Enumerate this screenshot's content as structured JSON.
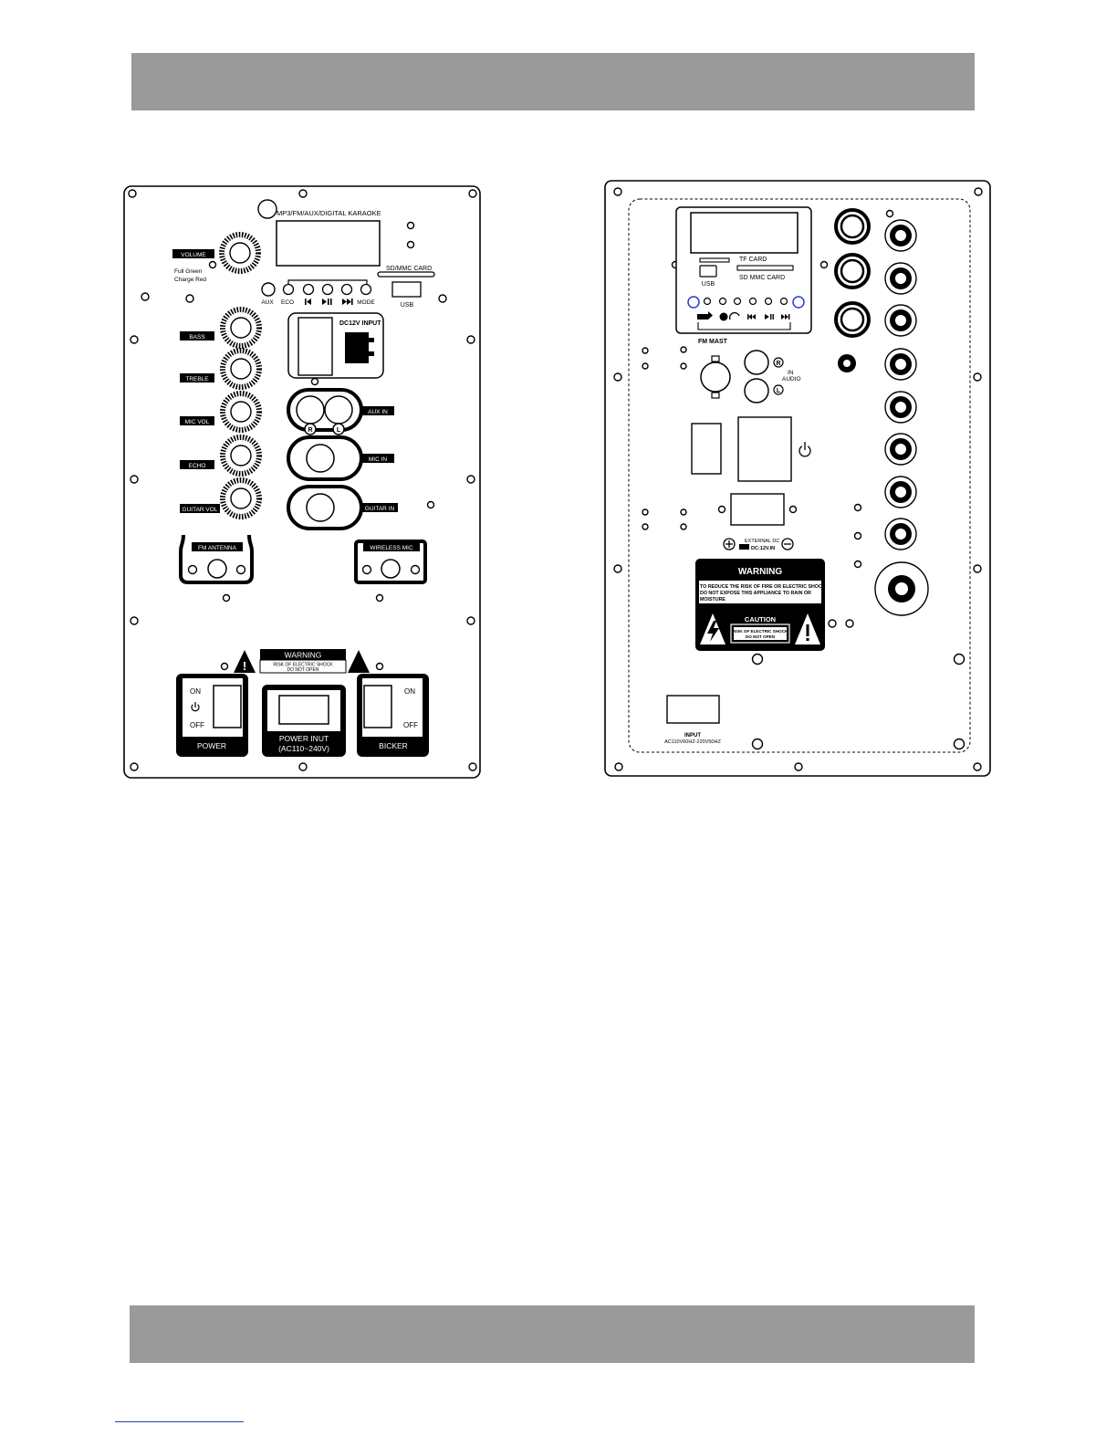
{
  "left_panel": {
    "header_label": "MP3/FM/AUX/DIGITAL KARAOKE",
    "volume": "VOLUME",
    "full_green": "Full Green",
    "charge_red": "Charge Red",
    "sd_card": "SD/MMC CARD",
    "usb": "USB",
    "btn_aux": "AUX",
    "btn_eco": "ECO",
    "btn_mode": "MODE",
    "dc_input": "DC12V INPUT",
    "bass": "BASS",
    "treble": "TREBLE",
    "mic_vol": "MIC VOL",
    "echo": "ECHO",
    "guitar_vol": "GUITAR VOL",
    "aux_in": "AUX IN",
    "jack_r": "R",
    "jack_l": "L",
    "mic_in": "MIC IN",
    "guitar_in": "GUITAR IN",
    "fm_antenna": "FM ANTENNA",
    "wireless_mic": "WIRELESS MIC",
    "warning": "WARNING",
    "warning_line1": "RISK OF ELECTRIC SHOCK",
    "warning_line2": "DO NOT OPEN",
    "on": "ON",
    "off": "OFF",
    "power": "POWER",
    "power_input_1": "POWER INUT",
    "power_input_2": "(AC110~240V)",
    "bicker": "BICKER"
  },
  "right_panel": {
    "tf_card": "TF CARD",
    "usb": "USB",
    "sd_card": "SD MMC CARD",
    "fm_mast": "FM MAST",
    "audio_in_1": "IN",
    "audio_in_2": "AUDIO",
    "r_mark": "R",
    "l_mark": "L",
    "external_dc": "EXTERNAL DC",
    "dc_spec": "DC:12V.IN",
    "warning": "WARNING",
    "warning_text_1": "TO REDUCE THE RISK OF FIRE OR ELECTRIC SHOCK",
    "warning_text_2": "DO NOT EXPOSE THIS APPLIANCE TO RAIN OR",
    "warning_text_3": "MOISTURE",
    "caution": "CAUTION",
    "caution_line1": "RISK OF ELECTRIC SHOCK",
    "caution_line2": "DO NOT OPEN",
    "input_label": "INPUT",
    "input_spec": "AC110V60HZ-220V50HZ"
  }
}
